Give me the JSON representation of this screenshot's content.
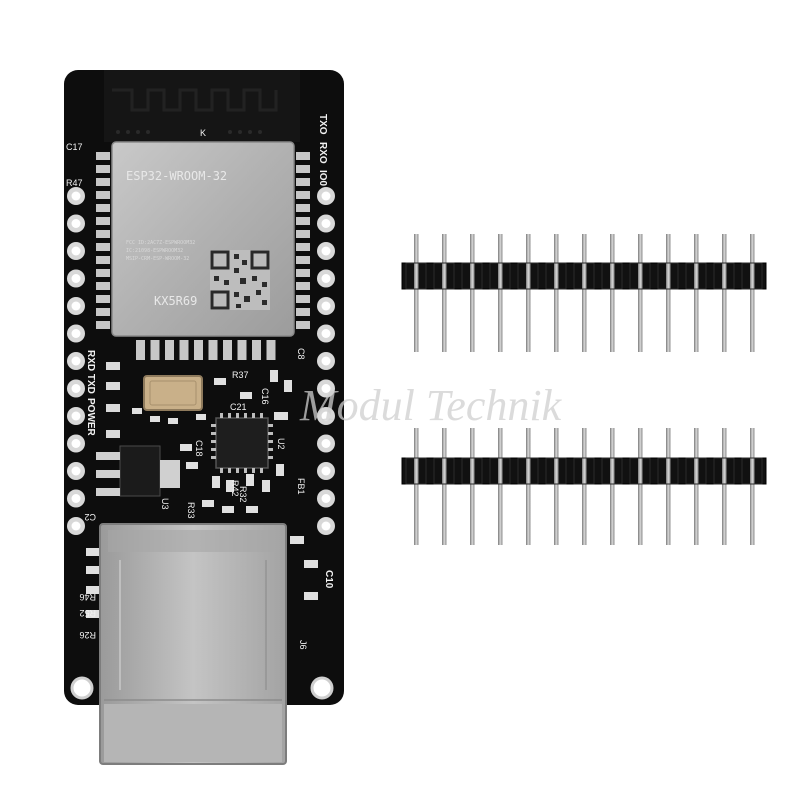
{
  "watermark": {
    "text": "Modul Technik"
  },
  "board": {
    "module_name": "ESP32-WROOM-32",
    "module_code": "KX5R69",
    "module_fine_print": [
      "FCC ID:2AC7Z-ESPWROOM32",
      "IC:21098-ESPWROOM32",
      "MSIP-CRM-ESP-WROOM-32"
    ],
    "antenna_mark": "K",
    "labels": {
      "txo": "TXO",
      "rxo": "RXO",
      "io0": "IO0",
      "rxd_txd": "RXD TXD",
      "power": "POWER",
      "c17": "C17",
      "r47": "R47",
      "c8": "C8",
      "r37": "R37",
      "c16": "C16",
      "c21": "C21",
      "c18": "C18",
      "u2": "U2",
      "fb1": "FB1",
      "r42": "R42",
      "r32": "R32",
      "r33": "R33",
      "u3": "U3",
      "c2": "C2",
      "r52": "R52",
      "r46": "R46",
      "r26": "R26",
      "c10": "C10",
      "j6": "J6"
    }
  },
  "headers": {
    "top_pin_count": 13,
    "bottom_pin_count": 13
  },
  "colors": {
    "pcb": "#0d0d0d",
    "pin_metal": "#a8a8a8",
    "header_plastic": "#111111",
    "rj45": "#b8b8b8"
  }
}
